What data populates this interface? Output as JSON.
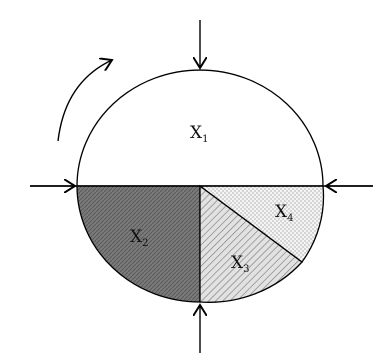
{
  "diagram": {
    "regions": [
      {
        "id": "x1",
        "base": "X",
        "sub": "1"
      },
      {
        "id": "x2",
        "base": "X",
        "sub": "2"
      },
      {
        "id": "x3",
        "base": "X",
        "sub": "3"
      },
      {
        "id": "x4",
        "base": "X",
        "sub": "4"
      }
    ],
    "colors": {
      "stroke": "#000000",
      "x1_fill": "#ffffff",
      "x2_fill": "#7a7a7a",
      "x3_fill": "#cfcfcf",
      "x4_fill": "#eeeeee"
    },
    "arrows": [
      "top-inward",
      "bottom-inward",
      "left-inward",
      "right-inward"
    ],
    "rotation_arrow": "clockwise-arc-icon"
  }
}
